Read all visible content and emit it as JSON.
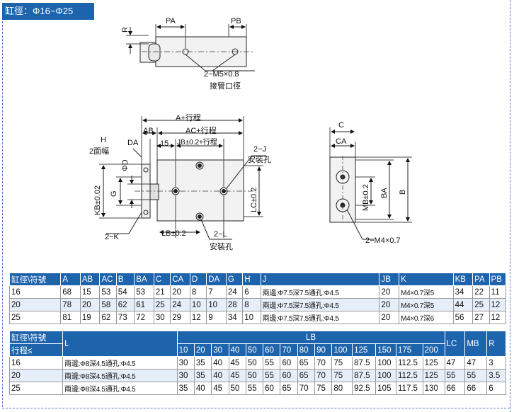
{
  "header": {
    "title": "缸徑：Φ16~Φ25"
  },
  "drawings": {
    "top_view": {
      "dim_r": "R",
      "dim_pa": "PA",
      "dim_pb": "PB",
      "port_note": "2−M5×0.8",
      "port_desc": "接管口徑"
    },
    "front_view": {
      "dim_a_stroke": "A+行程",
      "dim_ab": "AB",
      "dim_ac_stroke": "AC+行程",
      "dim_h": "H",
      "dim_2flat": "2面幅",
      "dim_da": "DA",
      "dim_15": "15",
      "dim_jb": "JB±0.2+行程",
      "note_2j": "2−J",
      "note_2j_desc": "安裝孔",
      "dim_phi_d": "ΦD",
      "dim_kb": "KB±0.02",
      "dim_g": "G",
      "dim_lc": "LC±0.2",
      "dim_lb": "LB±0.2",
      "note_2k": "2−K",
      "note_2l": "2−L",
      "note_2l_desc": "安裝孔"
    },
    "side_view": {
      "dim_c": "C",
      "dim_ca": "CA",
      "dim_mb": "MB±0.2",
      "dim_ba": "BA",
      "dim_b": "B",
      "note_tap": "2−M4×0.7"
    }
  },
  "table1": {
    "headers": [
      "缸徑\\符號",
      "A",
      "AB",
      "AC",
      "B",
      "BA",
      "C",
      "CA",
      "D",
      "DA",
      "G",
      "H",
      "J",
      "JB",
      "K",
      "KB",
      "PA",
      "PB"
    ],
    "rows": [
      [
        "16",
        "68",
        "15",
        "53",
        "54",
        "53",
        "21",
        "20",
        "8",
        "7",
        "24",
        "6",
        "兩邊:Φ7.5深7.5通孔:Φ4.5",
        "20",
        "M4×0.7深5",
        "34",
        "22",
        "11"
      ],
      [
        "20",
        "78",
        "20",
        "58",
        "62",
        "61",
        "25",
        "24",
        "10",
        "10",
        "28",
        "8",
        "兩邊:Φ7.5深7.5通孔:Φ4.5",
        "20",
        "M4×0.7深5",
        "44",
        "25",
        "12"
      ],
      [
        "25",
        "81",
        "19",
        "62",
        "73",
        "72",
        "30",
        "29",
        "12",
        "9",
        "34",
        "10",
        "兩邊:Φ7.5深7.5通孔:Φ4.5",
        "20",
        "M4×0.7深6",
        "56",
        "27",
        "12"
      ]
    ]
  },
  "table2": {
    "head1": {
      "bore_symbol": "缸徑\\符號",
      "l": "L",
      "lb": "LB",
      "lc": "LC",
      "mb": "MB",
      "r": "R"
    },
    "head2": {
      "stroke": "行程≤",
      "strokes": [
        "10",
        "20",
        "30",
        "40",
        "50",
        "60",
        "70",
        "80",
        "90",
        "100",
        "125",
        "150",
        "175",
        "200"
      ]
    },
    "rows": [
      {
        "bore": "16",
        "l": "兩邊:Φ8深4.5通孔:Φ4.5",
        "lb": [
          "30",
          "35",
          "40",
          "45",
          "50",
          "55",
          "60",
          "65",
          "70",
          "75",
          "87.5",
          "100",
          "112.5",
          "125"
        ],
        "lc": "47",
        "mb": "47",
        "r": "3"
      },
      {
        "bore": "20",
        "l": "兩邊:Φ8深4.5通孔:Φ4.5",
        "lb": [
          "30",
          "35",
          "40",
          "45",
          "50",
          "55",
          "60",
          "65",
          "70",
          "75",
          "87.5",
          "100",
          "112.5",
          "125"
        ],
        "lc": "55",
        "mb": "55",
        "r": "3.5"
      },
      {
        "bore": "25",
        "l": "兩邊:Φ8深4.5通孔:Φ4.5",
        "lb": [
          "35",
          "40",
          "45",
          "50",
          "55",
          "60",
          "65",
          "70",
          "75",
          "80",
          "92.5",
          "105",
          "117.5",
          "130"
        ],
        "lc": "66",
        "mb": "66",
        "r": "6"
      }
    ]
  }
}
